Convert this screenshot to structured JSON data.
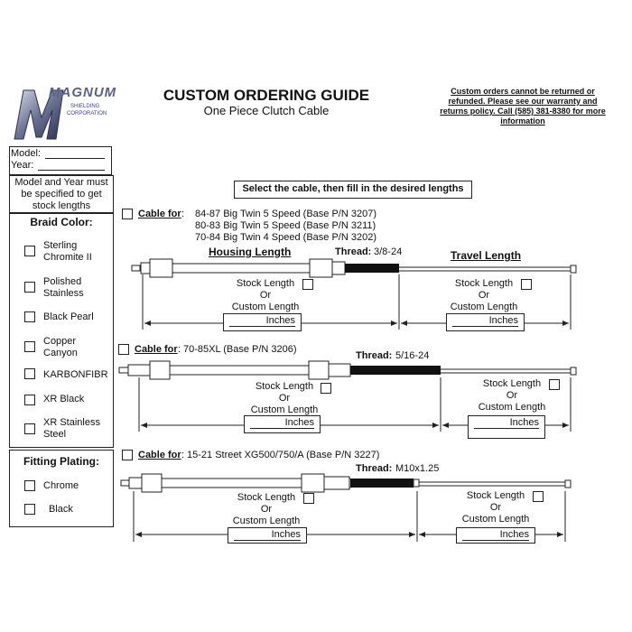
{
  "logo": {
    "word": "MAGNUM",
    "sub1": "SHIELDING",
    "sub2": "CORPORATION"
  },
  "header": {
    "title": "CUSTOM ORDERING GUIDE",
    "subtitle": "One Piece Clutch Cable",
    "notice": [
      "Custom orders cannot be returned or",
      "refunded. Please see our warranty and",
      "returns policy. Call (585) 381-8380 for more",
      "information"
    ]
  },
  "model_year": {
    "model_label": "Model:",
    "year_label": "Year:",
    "note": [
      "Model and Year must",
      "be specified to get",
      "stock lengths"
    ]
  },
  "braid": {
    "title": "Braid Color:",
    "options": [
      {
        "lines": [
          "Sterling",
          "Chromite II"
        ]
      },
      {
        "lines": [
          "Polished",
          "Stainless"
        ]
      },
      {
        "lines": [
          "Black Pearl"
        ]
      },
      {
        "lines": [
          "Copper",
          "Canyon"
        ]
      },
      {
        "lines": [
          "KARBONFIBR"
        ]
      },
      {
        "lines": [
          "XR Black"
        ]
      },
      {
        "lines": [
          "XR Stainless",
          "Steel"
        ]
      }
    ]
  },
  "plating": {
    "title": "Fitting Plating:",
    "options": [
      "Chrome",
      "Black"
    ]
  },
  "instruction": "Select the cable, then fill in the desired lengths",
  "common": {
    "cable_for": "Cable for",
    "colon": ":",
    "housing_length": "Housing Length",
    "travel_length": "Travel Length",
    "thread": "Thread:",
    "stock_length": "Stock Length",
    "or": "Or",
    "custom_length": "Custom Length",
    "inches": "Inches"
  },
  "cables": [
    {
      "models": [
        "84-87 Big Twin 5 Speed (Base P/N 3207)",
        "80-83 Big Twin 5 Speed (Base P/N 3211)",
        "70-84 Big Twin 4 Speed (Base P/N 3202)"
      ],
      "thread": "3/8-24"
    },
    {
      "models": [
        "70-85XL (Base P/N 3206)"
      ],
      "thread": "5/16-24"
    },
    {
      "models": [
        "15-21 Street XG500/750/A (Base P/N 3227)"
      ],
      "thread": "M10x1.25"
    }
  ]
}
